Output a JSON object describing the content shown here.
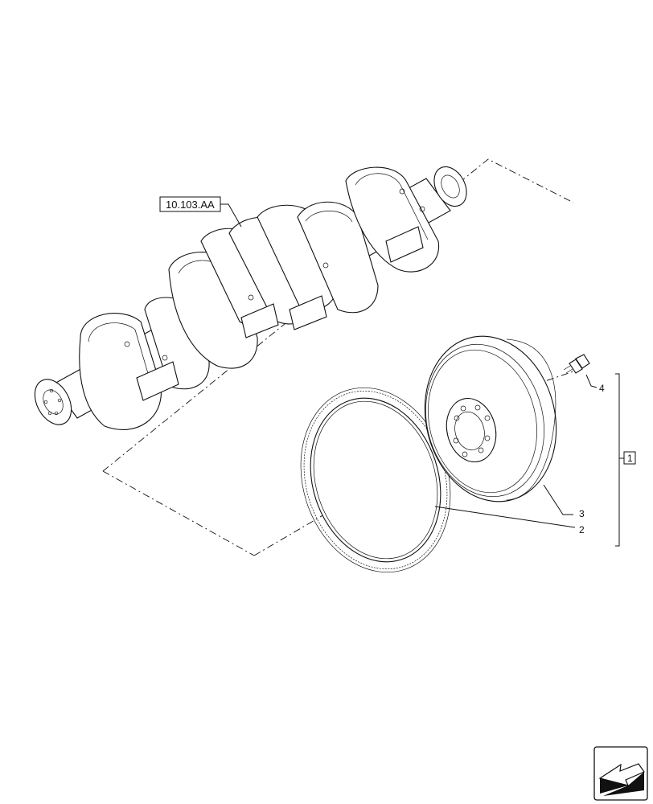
{
  "reference_label": "10.103.AA",
  "callouts": [
    {
      "id": "callout-4",
      "text": "4"
    },
    {
      "id": "callout-3",
      "text": "3"
    },
    {
      "id": "callout-2",
      "text": "2"
    }
  ],
  "assembly_label": "1",
  "nav_icon": "next-page-arrow-icon"
}
